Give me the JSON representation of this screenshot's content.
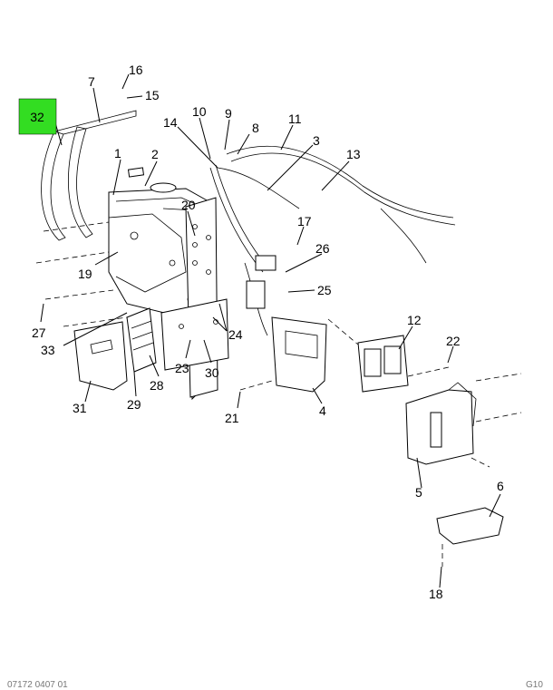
{
  "highlight": {
    "label": "32",
    "color": "#33dd22"
  },
  "callouts": {
    "c1": "1",
    "c2": "2",
    "c3": "3",
    "c4": "4",
    "c5": "5",
    "c6": "6",
    "c7": "7",
    "c8": "8",
    "c9": "9",
    "c10": "10",
    "c11": "11",
    "c12": "12",
    "c13": "13",
    "c14": "14",
    "c15": "15",
    "c16": "16",
    "c17": "17",
    "c18": "18",
    "c19": "19",
    "c20": "20",
    "c21": "21",
    "c22": "22",
    "c23": "23",
    "c24": "24",
    "c25": "25",
    "c26": "26",
    "c27": "27",
    "c28": "28",
    "c29": "29",
    "c30": "30",
    "c31": "31",
    "c33": "33"
  },
  "footer": {
    "left": "07172 0407 01",
    "right": "G10"
  }
}
